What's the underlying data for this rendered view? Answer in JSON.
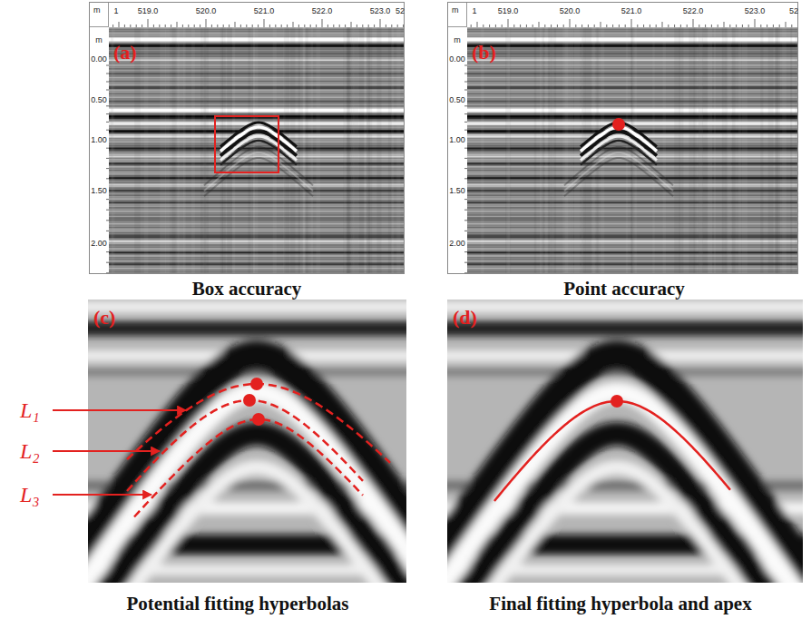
{
  "diagram": {
    "labels": [
      "m",
      "1",
      "519.0",
      "520.0",
      "521.0",
      "522.0",
      "523.0",
      "52",
      "m",
      "0.00",
      "0.50",
      "1.00",
      "1.50",
      "2.00",
      "(a)",
      "m",
      "1",
      "519.0",
      "520.0",
      "521.0",
      "522.0",
      "523.0",
      "52",
      "m",
      "0.00",
      "0.50",
      "1.00",
      "1.50",
      "2.00",
      "(b)",
      "Box accuracy",
      "Point accuracy",
      "(c)",
      "L₁",
      "L₂",
      "L₃",
      "(d)",
      "Potential fitting hyperbolas",
      "Final fitting hyperbola and apex"
    ]
  }
}
